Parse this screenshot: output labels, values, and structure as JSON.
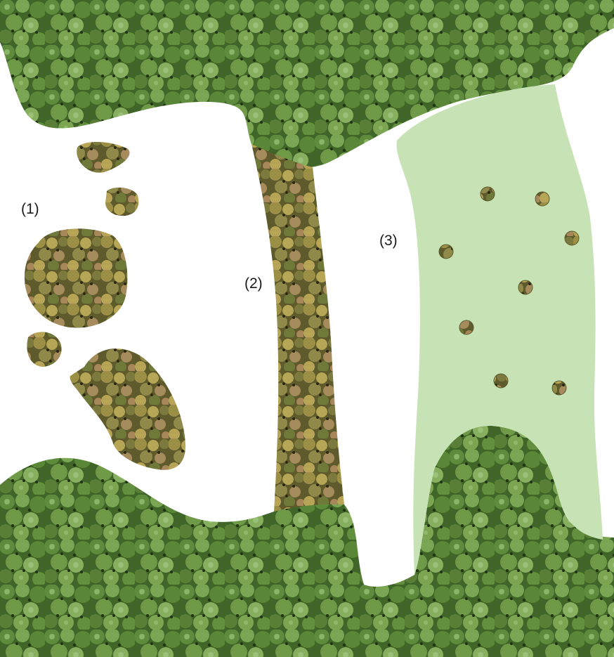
{
  "labels": {
    "one": "(1)",
    "two": "(2)",
    "three": "(3)"
  },
  "colors": {
    "forest_base": "#4f7a33",
    "forest_light": "#7fa85a",
    "forest_dark": "#1f3514",
    "patch_base": "#7c7a3e",
    "patch_yellow": "#b3a453",
    "patch_brown": "#9a6b4c",
    "clearing_fill": "#c7e3b5",
    "background": "#ffffff"
  }
}
